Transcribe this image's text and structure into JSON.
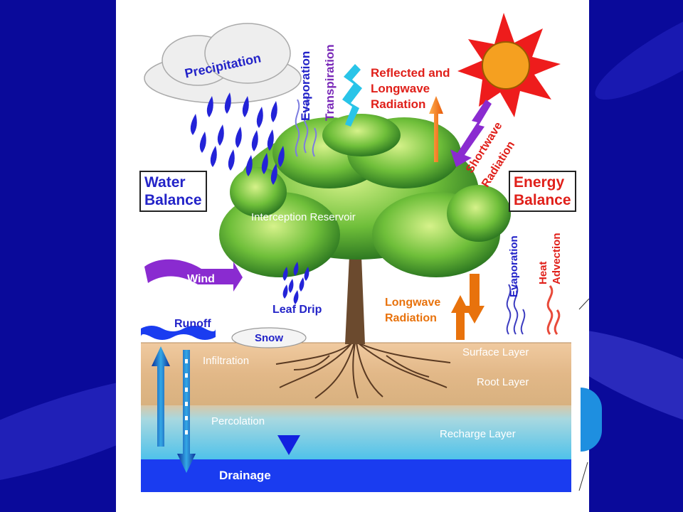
{
  "diagram": {
    "water_balance": [
      "Water",
      "Balance"
    ],
    "energy_balance": [
      "Energy",
      "Balance"
    ],
    "labels": {
      "precipitation": "Precipitation",
      "evaporation_top": "Evaporation",
      "transpiration": "Transpiration",
      "reflected": [
        "Reflected and",
        "Longwave",
        "Radiation"
      ],
      "shortwave": [
        "Shortwave",
        "Radiation"
      ],
      "interception": "Interception Reservoir",
      "wind": "Wind",
      "leaf_drip": "Leaf Drip",
      "runoff": "Runoff",
      "snow": "Snow",
      "longwave": [
        "Longwave",
        "Radiation"
      ],
      "evaporation_right": "Evaporation",
      "heat_advection": [
        "Heat",
        "Advection"
      ],
      "infiltration": "Infiltration",
      "surface_layer": "Surface Layer",
      "root_layer": "Root Layer",
      "percolation": "Percolation",
      "recharge_layer": "Recharge Layer",
      "drainage": "Drainage"
    },
    "colors": {
      "background": "#0a0a9a",
      "water_text": "#2323c8",
      "energy_text": "#e0201a",
      "longwave_text": "#e8720c",
      "soil": "#e6bf92",
      "groundwater": "#7fd3ea",
      "drainage": "#1a3cf0"
    }
  }
}
